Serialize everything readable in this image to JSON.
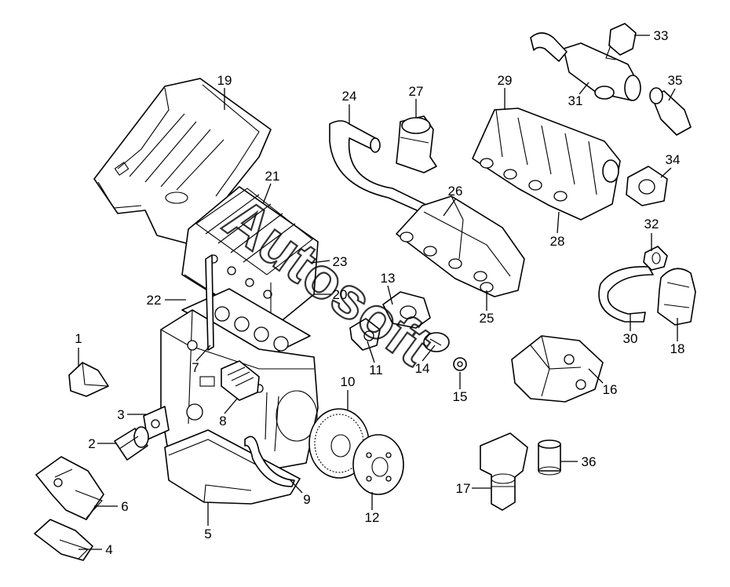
{
  "diagram": {
    "watermark": "Autosoft",
    "callouts": [
      "1",
      "2",
      "3",
      "4",
      "5",
      "6",
      "7",
      "8",
      "9",
      "10",
      "11",
      "12",
      "13",
      "14",
      "15",
      "16",
      "17",
      "18",
      "19",
      "20",
      "21",
      "22",
      "23",
      "24",
      "25",
      "26",
      "27",
      "28",
      "29",
      "30",
      "31",
      "32",
      "33",
      "34",
      "35",
      "36"
    ]
  }
}
